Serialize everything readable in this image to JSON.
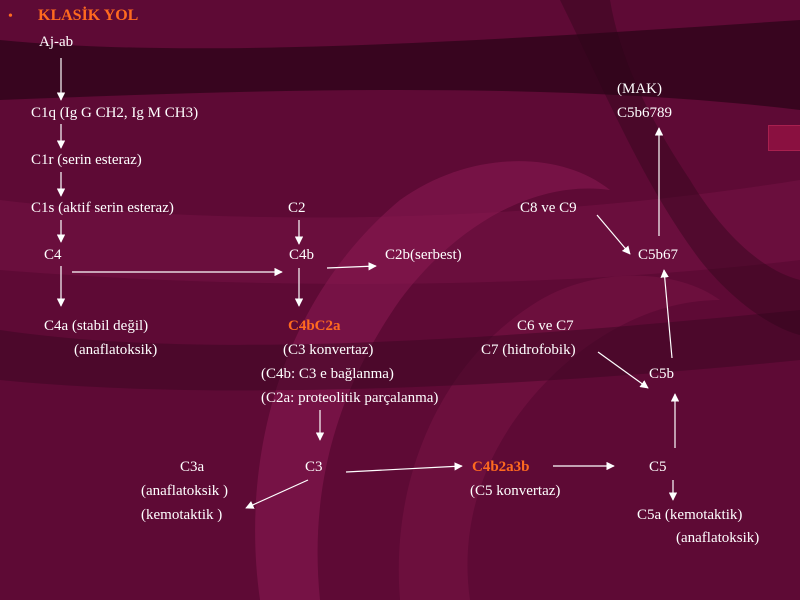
{
  "title": "KLASİK YOL",
  "bullet": "•",
  "colors": {
    "background": "#5e0a35",
    "text": "#ffffff",
    "highlight": "#ff6a1f"
  },
  "nodes": {
    "aj_ab": "Aj-ab",
    "mak": "(MAK)",
    "c5b6789": "C5b6789",
    "c1q": "C1q (Ig G CH2, Ig M CH3)",
    "c1r": "C1r (serin esteraz)",
    "c1s": "C1s (aktif serin esteraz)",
    "c2": "C2",
    "c8_c9": "C8 ve C9",
    "c4": "C4",
    "c4b": "C4b",
    "c2b": "C2b(serbest)",
    "c5b67": "C5b67",
    "c4a": "C4a  (stabil değil)",
    "c4a_note": "(anaflatoksik)",
    "c4bc2a": "C4bC2a",
    "c3_konvertaz": "(C3 konvertaz)",
    "c4b_note": "(C4b: C3 e bağlanma)",
    "c2a_note": "(C2a: proteolitik parçalanma)",
    "c6_c7": "C6 ve C7",
    "c7_note": "C7 (hidrofobik)",
    "c5b": "C5b",
    "c3a": "C3a",
    "c3": "C3",
    "c4b2a3b": "C4b2a3b",
    "c5": "C5",
    "c3a_note1": "(anaflatoksik )",
    "c3a_note2": "(kemotaktik )",
    "c5_konvertaz": "(C5 konvertaz)",
    "c5a": "C5a (kemotaktik)",
    "c5a_note": "(anaflatoksik)"
  }
}
